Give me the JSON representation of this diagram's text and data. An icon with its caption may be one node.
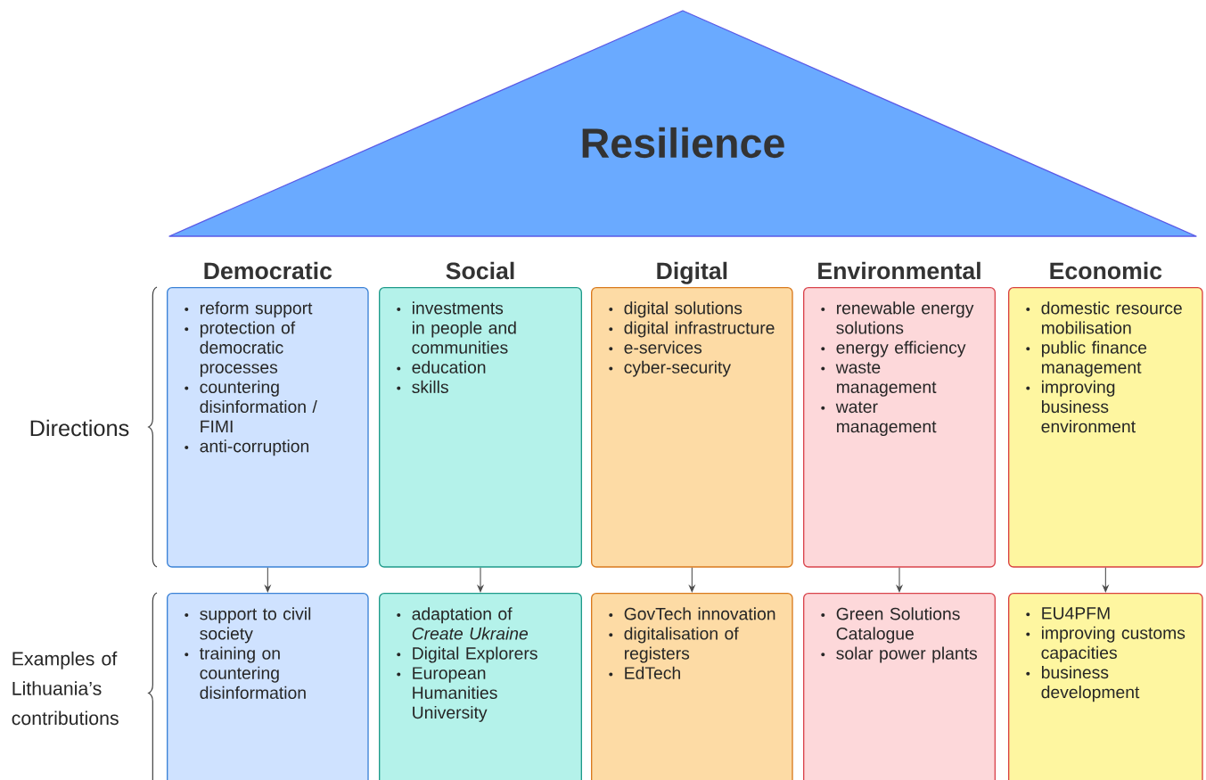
{
  "diagram": {
    "nodes": [
      {
        "text": [
          "Resilience"
        ]
      },
      {
        "text": [
          "Democratic",
          "reform support",
          "protection of democratic processes",
          "countering disinformation / FIMI",
          "anti-corruption"
        ]
      },
      {
        "text": [
          "Social",
          "investments in people and communities",
          "education",
          "skills"
        ]
      },
      {
        "text": [
          "Digital",
          "digital solutions",
          "digital infrastructure",
          "e-services",
          "cyber-security"
        ]
      },
      {
        "text": [
          "Environmental",
          "renewable energy solutions",
          "energy efficiency",
          "waste management",
          "water management"
        ]
      },
      {
        "text": [
          "Economic",
          "domestic resource mobilisation",
          "public finance management",
          "improving business environment"
        ]
      },
      {
        "text": [
          "support to civil society",
          "training on countering disinformation"
        ]
      },
      {
        "text": [
          "adaptation of *Create Ukraine*",
          "Digital Explorers",
          "European Humanities University"
        ]
      },
      {
        "text": [
          "GovTech innovation",
          "digitalisation of registers",
          "EdTech"
        ]
      },
      {
        "text": [
          "Green Solutions Catalogue",
          "solar power plants"
        ]
      },
      {
        "text": [
          "EU4PFM",
          "improving customs capacities",
          "business development"
        ]
      }
    ],
    "edges": [
      {
        "from": 1,
        "to": 6,
        "arrow": "to"
      },
      {
        "from": 2,
        "to": 7,
        "arrow": "to"
      },
      {
        "from": 3,
        "to": 8,
        "arrow": "to"
      },
      {
        "from": 4,
        "to": 9,
        "arrow": "to"
      },
      {
        "from": 5,
        "to": 10,
        "arrow": "to"
      }
    ],
    "labels": [
      "Directions",
      "Examples of Lithuania’s contributions"
    ]
  }
}
